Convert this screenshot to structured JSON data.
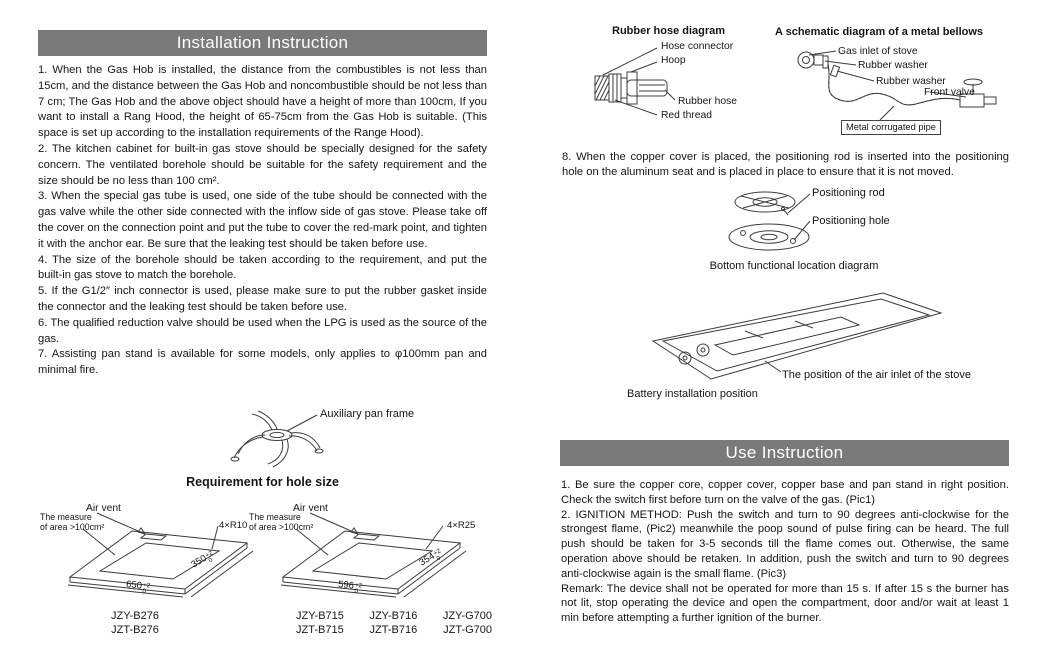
{
  "page": {
    "background": "#ffffff",
    "header_bar_color": "#7a7a7a",
    "header_text_color": "#ffffff"
  },
  "installation": {
    "header": "Installation Instruction",
    "paragraphs": [
      "1. When the Gas Hob is installed, the distance from the combustibles is not less than 15cm, and the distance between the Gas Hob and noncombustible should be not less than 7 cm; The Gas Hob and the above object should have a height of more than 100cm, If you want to install a Rang Hood, the height of 65-75cm from the Gas Hob is suitable. (This space is set up according to the installation requirements of the Range Hood).",
      "2. The kitchen cabinet for built-in gas stove should be specially designed for the safety concern. The ventilated borehole should be suitable for the safety requirement and the size should be no less than 100 cm².",
      "3. When the special gas tube is used, one side of the tube should be connected with the gas valve while the other side connected with the inflow side of gas stove. Please take off the cover on the connection point and put the tube to cover the red-mark point, and tighten it with the anchor ear. Be sure that the leaking test should be taken before use.",
      "4. The size of the borehole should be taken according to the requirement, and put the built-in gas stove to match the borehole.",
      "5. If the G1/2″ inch connector is used, please make sure to put the rubber gasket inside the connector and the leaking test should be taken before use.",
      "6. The qualified reduction valve should be used when the LPG is used as the source of the gas.",
      "7. Assisting pan stand is available for some models, only applies to φ100mm pan and minimal fire."
    ],
    "pan_frame_label": "Auxiliary pan frame",
    "hole_title": "Requirement for hole size"
  },
  "drawing_left": {
    "air_vent": "Air vent",
    "measure_line1": "The measure",
    "measure_line2": "of area >100cm²",
    "radius": "4×R10",
    "dim_width": "650",
    "dim_width_tol_top": "+2",
    "dim_width_tol_bot": "0",
    "dim_depth": "350",
    "dim_depth_tol_top": "+2",
    "dim_depth_tol_bot": "0",
    "model_line1": "JZY-B276",
    "model_line2": "JZT-B276"
  },
  "drawing_right": {
    "air_vent": "Air vent",
    "measure_line1": "The measure",
    "measure_line2": "of area >100cm²",
    "radius": "4×R25",
    "dim_width": "596",
    "dim_width_tol_top": "+2",
    "dim_width_tol_bot": "0",
    "dim_depth": "354",
    "dim_depth_tol_top": "+2",
    "dim_depth_tol_bot": "0",
    "models_row1": [
      "JZY-B715",
      "JZY-B716",
      "JZY-G700"
    ],
    "models_row2": [
      "JZT-B715",
      "JZT-B716",
      "JZT-G700"
    ]
  },
  "rubber_hose": {
    "title": "Rubber hose diagram",
    "label_hose_connector": "Hose connector",
    "label_hoop": "Hoop",
    "label_rubber_hose": "Rubber hose",
    "label_red_thread": "Red thread"
  },
  "bellows": {
    "title": "A schematic diagram of a metal bellows",
    "label_gas_inlet": "Gas inlet of stove",
    "label_rubber_washer_1": "Rubber washer",
    "label_rubber_washer_2": "Rubber washer",
    "label_front_valve": "Front valve",
    "label_pipe": "Metal corrugated pipe"
  },
  "positioning": {
    "paragraph": "8. When the copper cover is placed, the positioning rod is inserted into the positioning hole on the aluminum seat and is placed in place to ensure that it is not moved.",
    "label_rod": "Positioning rod",
    "label_hole": "Positioning hole",
    "caption": "Bottom functional location diagram"
  },
  "battery": {
    "label_air_inlet": "The position of the air inlet of the stove",
    "caption": "Battery installation position"
  },
  "use": {
    "header": "Use Instruction",
    "paragraphs": [
      "1. Be sure the copper core, copper cover, copper base and pan stand in right position. Check the switch first before turn on the valve of the gas. (Pic1)",
      "2. IGNITION METHOD: Push the switch and turn to 90 degrees anti-clockwise for the strongest flame, (Pic2) meanwhile the poop sound of pulse firing can be heard. The full push should be taken for 3-5 seconds till the flame comes out. Otherwise, the same operation above should be retaken. In addition, push the switch and turn to 90 degrees anti-clockwise again is the small flame. (Pic3)",
      "Remark: The device shall not be operated for more than 15 s. If after 15 s the burner has not lit, stop operating the device and open the compartment, door and/or wait at least 1 min before attempting a further ignition of the burner."
    ]
  }
}
